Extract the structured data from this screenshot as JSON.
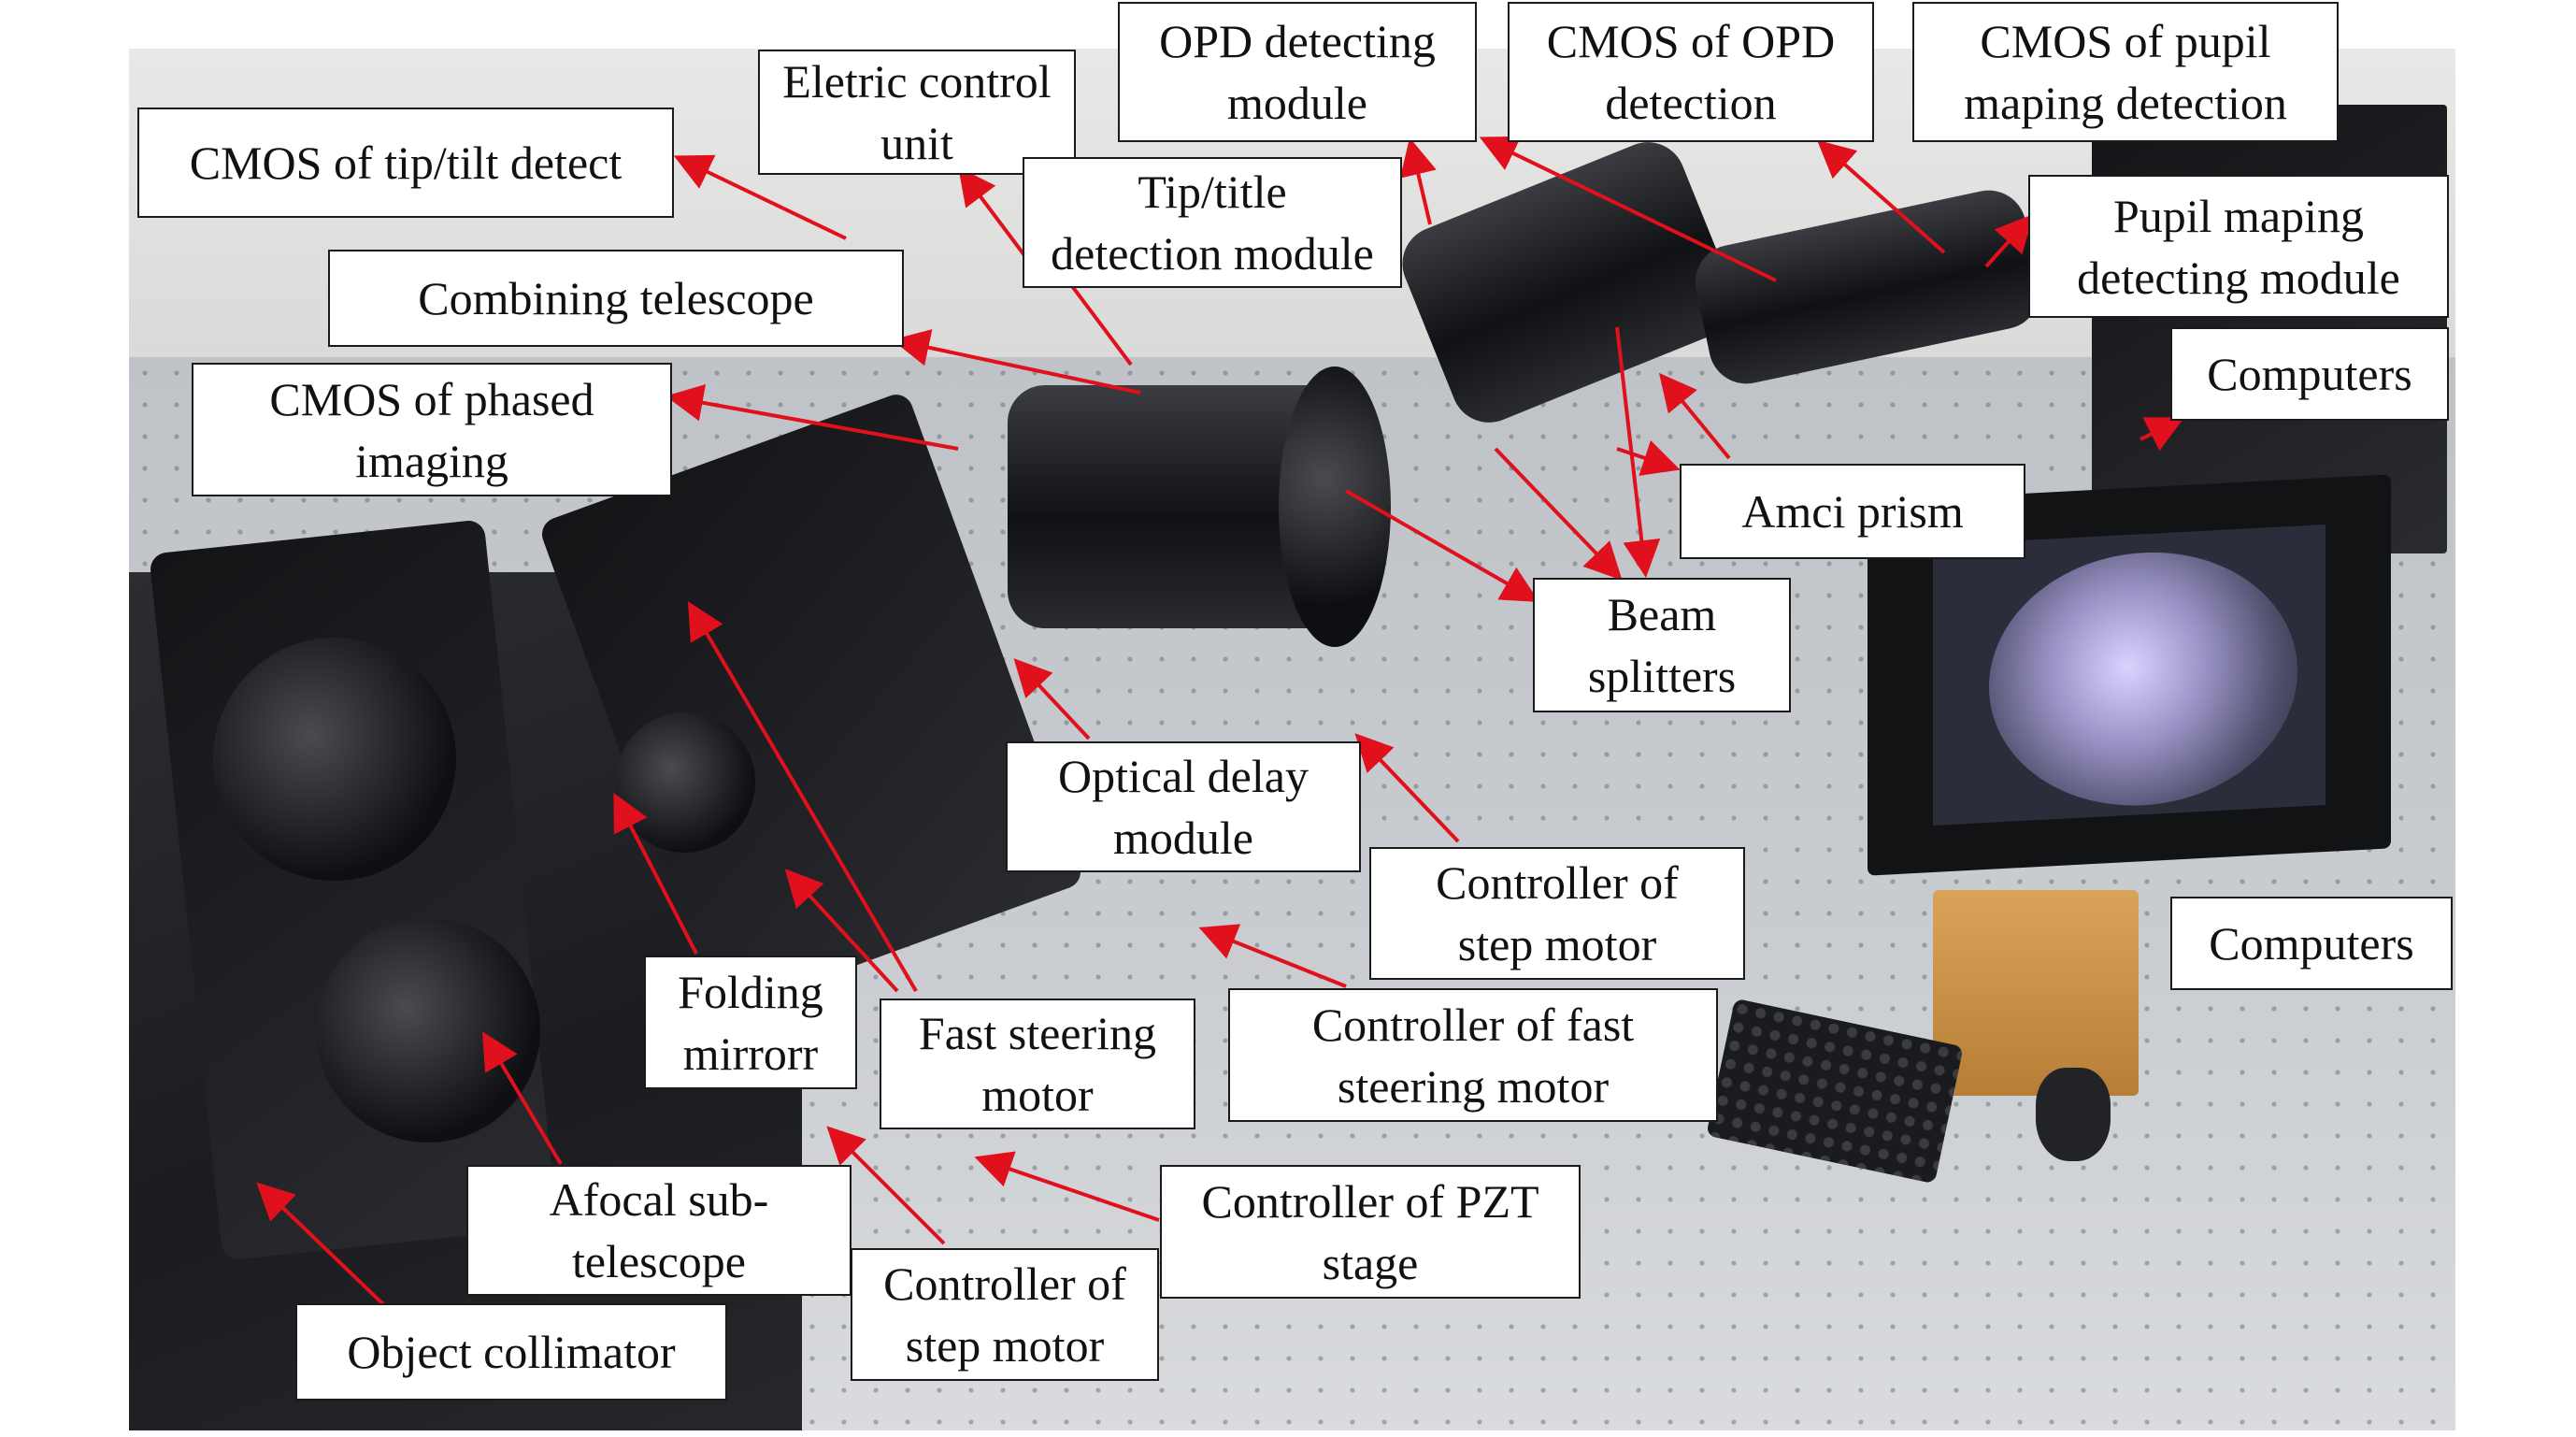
{
  "labels": {
    "cmos_tip_tilt": "CMOS of tip/tilt detect",
    "eletric_control": "Eletric control\nunit",
    "opd_detecting": "OPD detecting\nmodule",
    "cmos_opd": "CMOS of OPD\ndetection",
    "cmos_pupil": "CMOS of pupil\nmaping detection",
    "tip_title": "Tip/title\ndetection module",
    "pupil_maping": "Pupil maping\ndetecting module",
    "combining_telescope": "Combining telescope",
    "computers_top": "Computers",
    "cmos_phased": "CMOS of phased\nimaging",
    "amci_prism": "Amci prism",
    "beam_splitters": "Beam\nsplitters",
    "optical_delay": "Optical delay\nmodule",
    "controller_step_1": "Controller of\nstep motor",
    "computers_bottom": "Computers",
    "folding_mirror": "Folding\nmirrorr",
    "fast_steering": "Fast steering\nmotor",
    "controller_fast": "Controller of fast\nsteering motor",
    "afocal": "Afocal sub-\ntelescope",
    "controller_pzt": "Controller of PZT\nstage",
    "controller_step_2": "Controller of\nstep motor",
    "object_collimator": "Object collimator"
  },
  "colors": {
    "arrow": "#e0101c",
    "label_border": "#1a1a1a"
  }
}
